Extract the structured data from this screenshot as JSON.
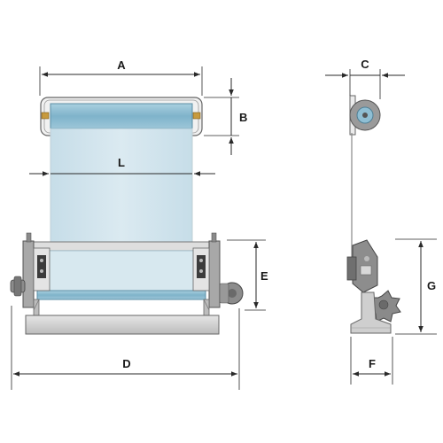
{
  "dimensions": {
    "a": "A",
    "b": "B",
    "c": "C",
    "d": "D",
    "e": "E",
    "f": "F",
    "g": "G",
    "l": "L"
  },
  "colors": {
    "screen": "#cfe3ec",
    "roller": "#8fbfd4",
    "frame": "#c8c8c8",
    "bracket": "#9a9a9a",
    "knob": "#7a7a7a"
  }
}
